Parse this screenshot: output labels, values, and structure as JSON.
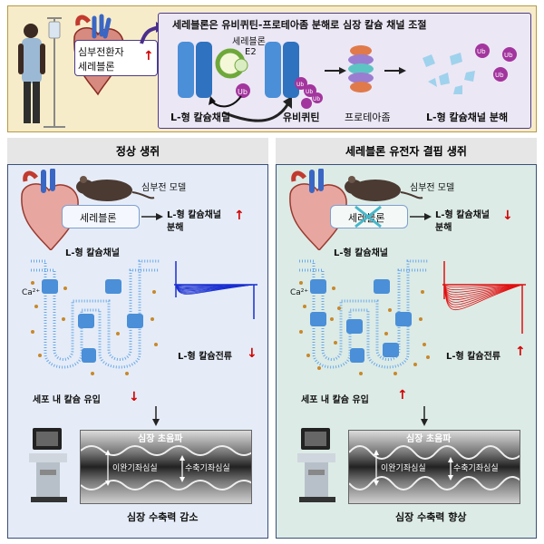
{
  "top": {
    "patient_label_line1": "심부전환자",
    "patient_label_line2": "세레블론",
    "patient_arrow": "↑",
    "title": "세레블론은 유비퀴틴-프로테아좀 분해로 심장 칼슘 채널 조절",
    "cereblon_label": "세레블론",
    "e2_label": "E2",
    "ub": "Ub",
    "ltype_channel_label": "L-형 칼슘채널",
    "ubiquitin_label": "유비퀴틴",
    "proteasome_label": "프로테아좀",
    "degradation_label": "L-형  칼슘채널 분해"
  },
  "left": {
    "header": "정상 생쥐",
    "model": "심부전 모델",
    "cereblon": "세레블론",
    "effect_line1": "L-형 칼슘채널",
    "effect_line2": "분해",
    "effect_arrow": "↑",
    "channel_label": "L-형 칼슘채널",
    "ca_label": "Ca²⁺",
    "current_label": "L-형 칼슘전류",
    "current_arrow": "↓",
    "influx_label": "세포 내 칼슘 유입",
    "influx_arrow": "↓",
    "echo_title": "심장 초음파",
    "echo_diastolic": "이완기좌심실",
    "echo_systolic": "수축기좌심실",
    "result": "심장 수축력 감소",
    "trace_color": "#1a2fd1"
  },
  "right": {
    "header": "세레블론 유전자 결핍 생쥐",
    "model": "심부전 모델",
    "cereblon": "세레블론",
    "effect_line1": "L-형 칼슘채널",
    "effect_line2": "분해",
    "effect_arrow": "↓",
    "channel_label": "L-형 칼슘채널",
    "ca_label": "Ca²⁺",
    "current_label": "L-형 칼슘전류",
    "current_arrow": "↑",
    "influx_label": "세포 내 칼슘 유입",
    "influx_arrow": "↑",
    "echo_title": "심장 초음파",
    "echo_diastolic": "이완기좌심실",
    "echo_systolic": "수축기좌심실",
    "result": "심장 수축력 향상",
    "trace_color": "#e01010"
  },
  "colors": {
    "channel_blue": "#4a8fd8",
    "membrane_blue": "#6aa8e8",
    "arrow_red": "#d40000",
    "calcium_dot": "#c8882a"
  }
}
